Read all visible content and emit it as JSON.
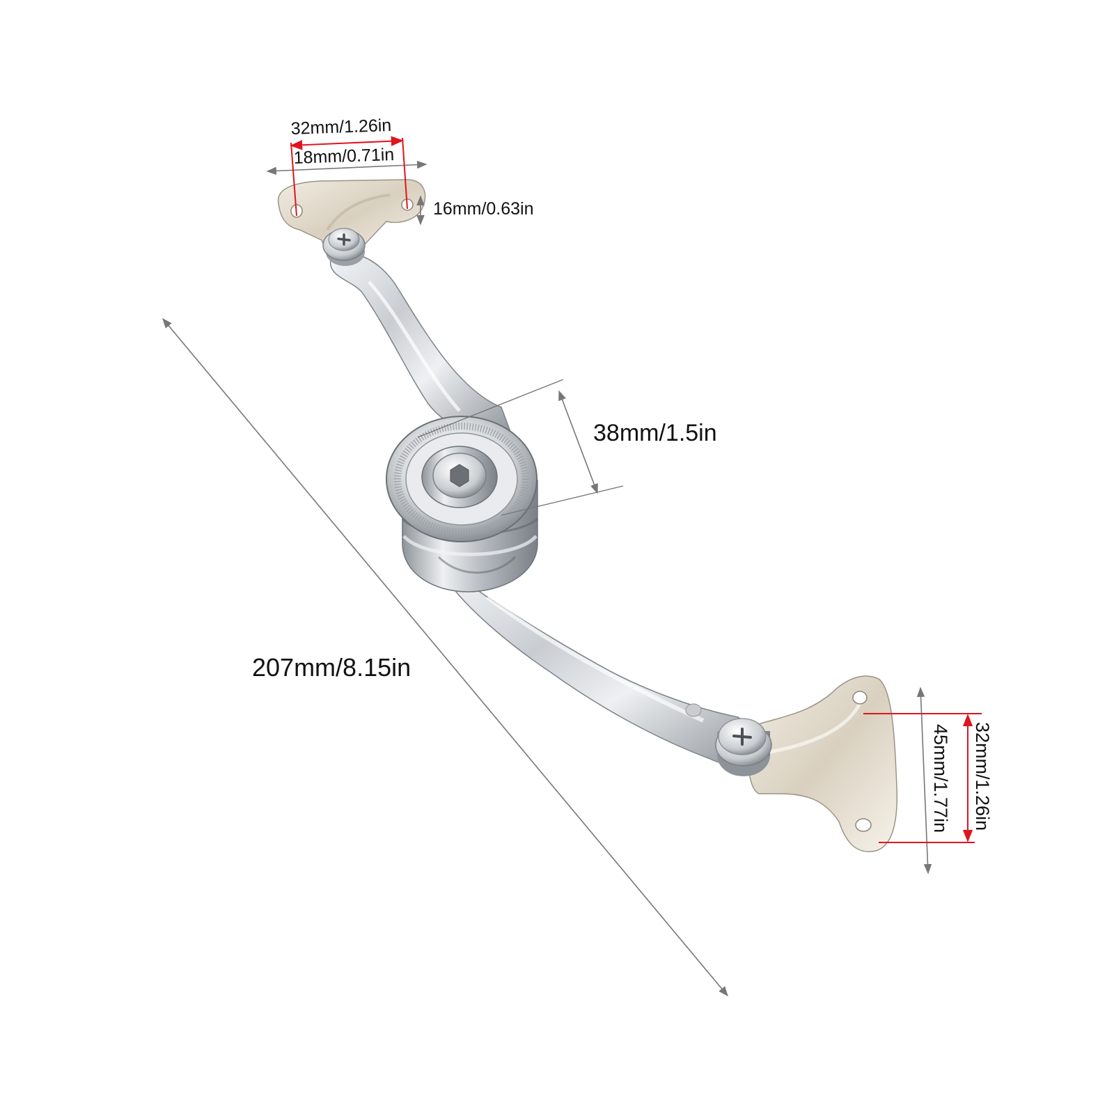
{
  "colors": {
    "background": "#ffffff",
    "dimension_line_gray": "#777777",
    "dimension_line_red": "#e0141e",
    "label_text": "#111111",
    "chrome_light": "#f2f4f6",
    "chrome_mid": "#b9bec4",
    "chrome_dark": "#6f757c",
    "bracket_tint": "#e4dccf"
  },
  "dimensions": {
    "top_bracket_hole_spacing": "32mm/1.26in",
    "top_bracket_inner_width": "18mm/0.71in",
    "top_bracket_height": "16mm/0.63in",
    "damper_diameter": "38mm/1.5in",
    "overall_length": "207mm/8.15in",
    "bottom_bracket_height": "45mm/1.77in",
    "bottom_bracket_hole_spacing": "32mm/1.26in"
  },
  "parts": {
    "top_bracket": {
      "icon": "mounting-plate-icon"
    },
    "top_pivot": {
      "icon": "phillips-screw-icon"
    },
    "upper_arm": {
      "icon": "curved-arm-icon"
    },
    "damper": {
      "icon": "rotary-damper-icon",
      "screw_icon": "hex-socket-screw-icon"
    },
    "lower_arm": {
      "icon": "curved-arm-icon"
    },
    "bottom_pivot": {
      "icon": "phillips-screw-icon"
    },
    "bottom_bracket": {
      "icon": "mounting-plate-icon"
    }
  }
}
